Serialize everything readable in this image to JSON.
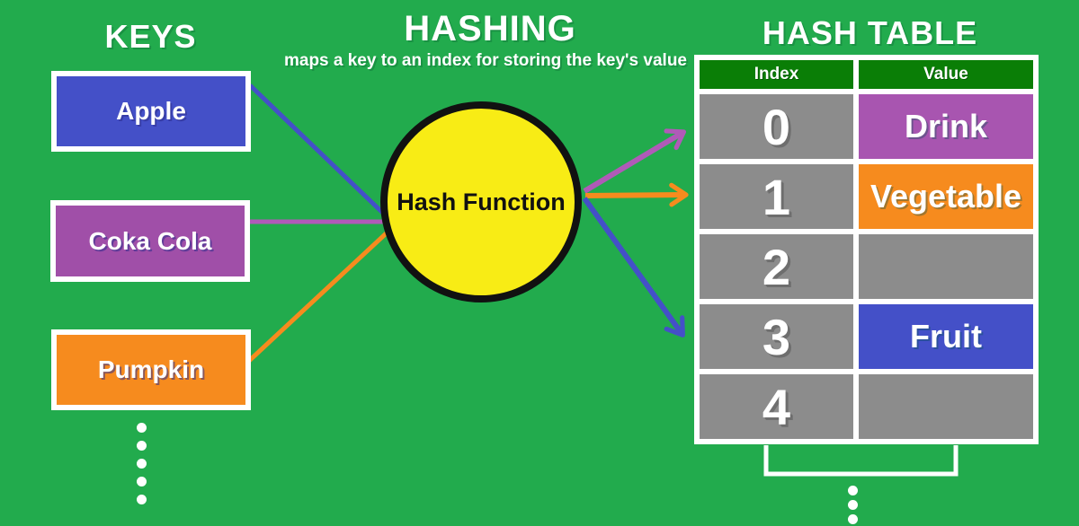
{
  "titles": {
    "keys": "KEYS",
    "hashing": "HASHING",
    "hashing_subtitle": "maps a key to an index for storing the key's value",
    "hash_table": "HASH TABLE"
  },
  "keys": [
    {
      "label": "Apple",
      "color": "#4450c8"
    },
    {
      "label": "Coka Cola",
      "color": "#a04fa8"
    },
    {
      "label": "Pumpkin",
      "color": "#f68b1e"
    }
  ],
  "hash_function": {
    "label": "Hash Function",
    "fill": "#f8ec15",
    "shape": "circle"
  },
  "table": {
    "headers": [
      "Index",
      "Value"
    ],
    "rows": [
      {
        "index": "0",
        "value": "Drink",
        "value_color": "#a855b0"
      },
      {
        "index": "1",
        "value": "Vegetable",
        "value_color": "#f68b1e"
      },
      {
        "index": "2",
        "value": "",
        "value_color": "#8c8c8c"
      },
      {
        "index": "3",
        "value": "Fruit",
        "value_color": "#4450c8"
      },
      {
        "index": "4",
        "value": "",
        "value_color": "#8c8c8c"
      }
    ]
  },
  "arrows": {
    "key_to_function": [
      {
        "from": "Apple",
        "color": "#4450c8"
      },
      {
        "from": "Coka Cola",
        "color": "#b05ab8"
      },
      {
        "from": "Pumpkin",
        "color": "#f68b1e"
      }
    ],
    "function_to_table": [
      {
        "to_index": "0",
        "color": "#b05ab8"
      },
      {
        "to_index": "1",
        "color": "#f68b1e"
      },
      {
        "to_index": "3",
        "color": "#4450c8"
      }
    ]
  },
  "colors": {
    "background": "#22ab4d",
    "table_header_green": "#0a7e06",
    "empty_cell_gray": "#8c8c8c",
    "circle_yellow": "#f8ec15",
    "white": "#ffffff"
  }
}
